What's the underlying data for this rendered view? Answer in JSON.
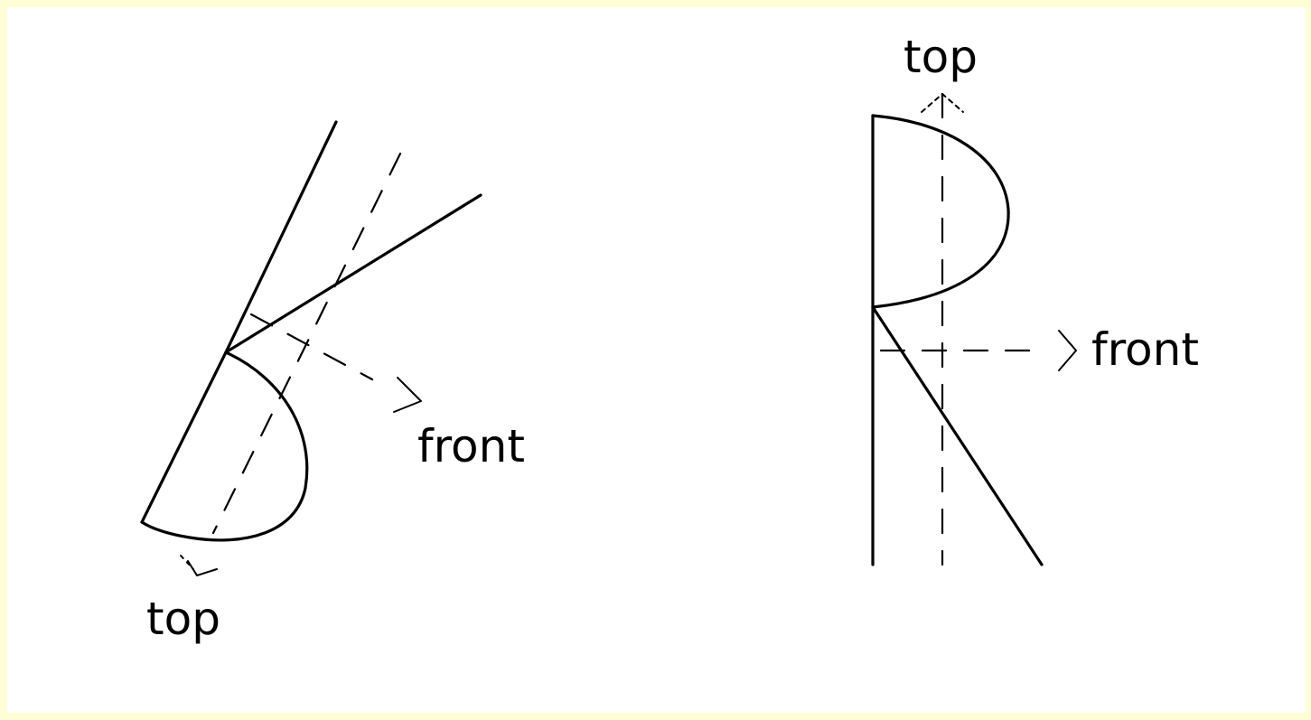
{
  "diagram": {
    "left_view": {
      "top_label": "top",
      "front_label": "front"
    },
    "right_view": {
      "top_label": "top",
      "front_label": "front"
    },
    "colors": {
      "frame_background": "#fefed6",
      "panel_background": "#ffffff",
      "ink": "#000000"
    }
  }
}
